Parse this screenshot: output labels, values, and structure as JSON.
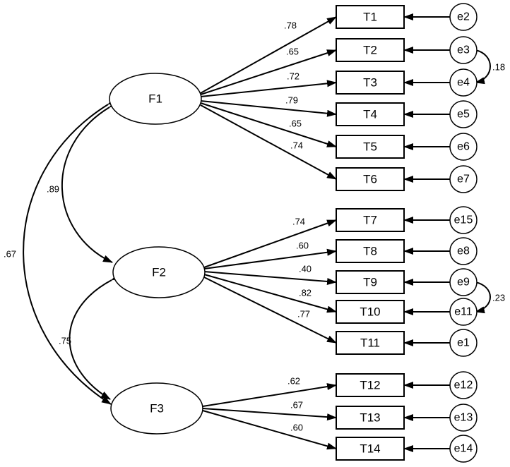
{
  "factors": [
    {
      "id": "F1",
      "label": "F1"
    },
    {
      "id": "F2",
      "label": "F2"
    },
    {
      "id": "F3",
      "label": "F3"
    }
  ],
  "indicators": [
    {
      "label": "T1",
      "factor": "F1",
      "loading": ".78",
      "error": "e2"
    },
    {
      "label": "T2",
      "factor": "F1",
      "loading": ".65",
      "error": "e3"
    },
    {
      "label": "T3",
      "factor": "F1",
      "loading": ".72",
      "error": "e4"
    },
    {
      "label": "T4",
      "factor": "F1",
      "loading": ".79",
      "error": "e5"
    },
    {
      "label": "T5",
      "factor": "F1",
      "loading": ".65",
      "error": "e6"
    },
    {
      "label": "T6",
      "factor": "F1",
      "loading": ".74",
      "error": "e7"
    },
    {
      "label": "T7",
      "factor": "F2",
      "loading": ".74",
      "error": "e15"
    },
    {
      "label": "T8",
      "factor": "F2",
      "loading": ".60",
      "error": "e8"
    },
    {
      "label": "T9",
      "factor": "F2",
      "loading": ".40",
      "error": "e9"
    },
    {
      "label": "T10",
      "factor": "F2",
      "loading": ".82",
      "error": "e11"
    },
    {
      "label": "T11",
      "factor": "F2",
      "loading": ".77",
      "error": "e1"
    },
    {
      "label": "T12",
      "factor": "F3",
      "loading": ".62",
      "error": "e12"
    },
    {
      "label": "T13",
      "factor": "F3",
      "loading": ".67",
      "error": "e13"
    },
    {
      "label": "T14",
      "factor": "F3",
      "loading": ".60",
      "error": "e14"
    }
  ],
  "factor_correlations": [
    {
      "from": "F1",
      "to": "F2",
      "value": ".89"
    },
    {
      "from": "F2",
      "to": "F3",
      "value": ".75"
    },
    {
      "from": "F1",
      "to": "F3",
      "value": ".67"
    }
  ],
  "error_covariances": [
    {
      "from": "e3",
      "to": "e4",
      "value": ".18"
    },
    {
      "from": "e9",
      "to": "e11",
      "value": ".23"
    }
  ]
}
